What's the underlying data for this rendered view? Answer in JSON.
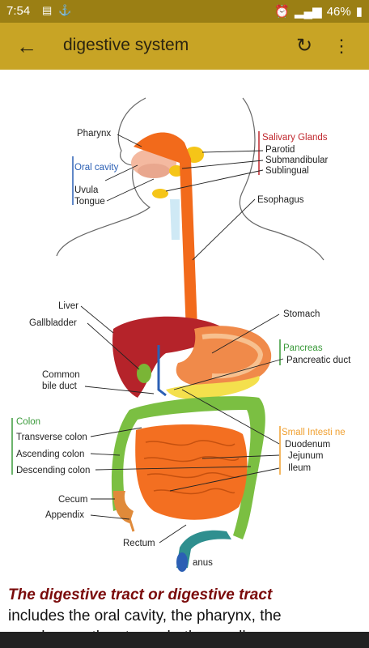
{
  "status_bar": {
    "time": "7:54",
    "battery": "46%",
    "notification_icons": [
      "calendar-icon",
      "anchor-icon"
    ],
    "right_icons": [
      "alarm-icon",
      "signal-icon",
      "battery-icon"
    ]
  },
  "app_bar": {
    "title": "digestive system",
    "back_icon": "arrow-left-icon",
    "refresh_icon": "refresh-icon",
    "more_icon": "more-vert-icon"
  },
  "diagram": {
    "labels": {
      "pharynx": "Pharynx",
      "oral_cavity": "Oral cavity",
      "uvula": "Uvula",
      "tongue": "Tongue",
      "salivary_glands": "Salivary Glands",
      "parotid": "Parotid",
      "submandibular": "Submandibular",
      "sublingual": "Sublingual",
      "esophagus": "Esophagus",
      "liver": "Liver",
      "gallbladder": "Gallbladder",
      "stomach": "Stomach",
      "pancreas": "Pancreas",
      "pancreatic_duct": "Pancreatic duct",
      "common_bile_duct_1": "Common",
      "common_bile_duct_2": "bile duct",
      "colon": "Colon",
      "transverse_colon": "Transverse colon",
      "ascending_colon": "Ascending colon",
      "descending_colon": "Descending colon",
      "small_intestine": "Small Intesti ne",
      "duodenum": "Duodenum",
      "jejunum": "Jejunum",
      "ileum": "Ileum",
      "cecum": "Cecum",
      "appendix": "Appendix",
      "rectum": "Rectum",
      "anus": "anus"
    },
    "colors": {
      "esophagus": "#f26a1b",
      "liver": "#b5232a",
      "stomach": "#f0a060",
      "pancreas": "#f4e04d",
      "colon": "#7bbf42",
      "small_intestine": "#f36f21",
      "rectum": "#2f8f8f",
      "salivary": "#f5c518",
      "group_red": "#c0272d",
      "group_blue": "#2b5fb4",
      "group_green": "#3a9a3a",
      "group_orange": "#f0a030"
    }
  },
  "caption": {
    "headline": "The digestive tract or digestive tract",
    "body": "includes the oral cavity, the pharynx, the",
    "cut_line": "esophagus, the stomach, the small"
  }
}
